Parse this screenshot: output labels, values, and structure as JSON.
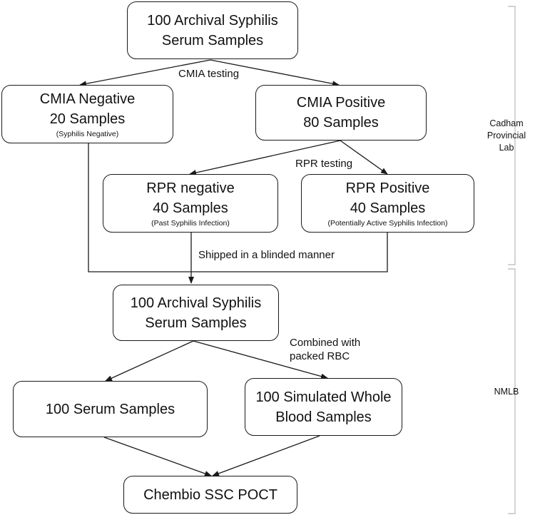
{
  "nodes": {
    "top": {
      "line1": "100 Archival Syphilis",
      "line2": "Serum Samples"
    },
    "cmia_neg": {
      "line1": "CMIA Negative",
      "line2": "20 Samples",
      "note": "(Syphilis  Negative)"
    },
    "cmia_pos": {
      "line1": "CMIA Positive",
      "line2": "80 Samples"
    },
    "rpr_neg": {
      "line1": "RPR negative",
      "line2": "40 Samples",
      "note": "(Past Syphilis  Infection)"
    },
    "rpr_pos": {
      "line1": "RPR Positive",
      "line2": "40 Samples",
      "note": "(Potentially Active Syphilis  Infection)"
    },
    "middle": {
      "line1": "100 Archival Syphilis",
      "line2": "Serum Samples"
    },
    "serum": {
      "line1": "100 Serum Samples"
    },
    "whole_blood": {
      "line1": "100 Simulated Whole",
      "line2": "Blood Samples"
    },
    "poct": {
      "line1": "Chembio SSC POCT"
    }
  },
  "edge_labels": {
    "cmia_testing": "CMIA testing",
    "rpr_testing": "RPR testing",
    "shipped": "Shipped in a blinded manner",
    "combined_line1": "Combined with",
    "combined_line2": "packed RBC"
  },
  "side_labels": {
    "cadham": {
      "line1": "Cadham",
      "line2": "Provincial",
      "line3": "Lab"
    },
    "nmlb": "NMLB"
  },
  "colors": {
    "stroke": "#1a1a1a",
    "bracket": "#b8b8b8"
  }
}
